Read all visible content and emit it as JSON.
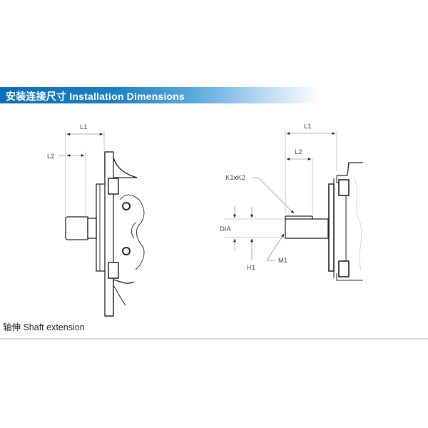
{
  "header": {
    "title": "安装连接尺寸 Installation Dimensions",
    "gradient_start": "#0b6fb8",
    "gradient_end": "#ffffff"
  },
  "left_view": {
    "labels": {
      "L1": "L1",
      "L2": "L2"
    }
  },
  "right_view": {
    "labels": {
      "L1": "L1",
      "L2": "L2",
      "K1xK2": "K1xK2",
      "DIA": "DIA",
      "H1": "H1",
      "M1": "M1"
    }
  },
  "caption": "轴伸 Shaft extension"
}
